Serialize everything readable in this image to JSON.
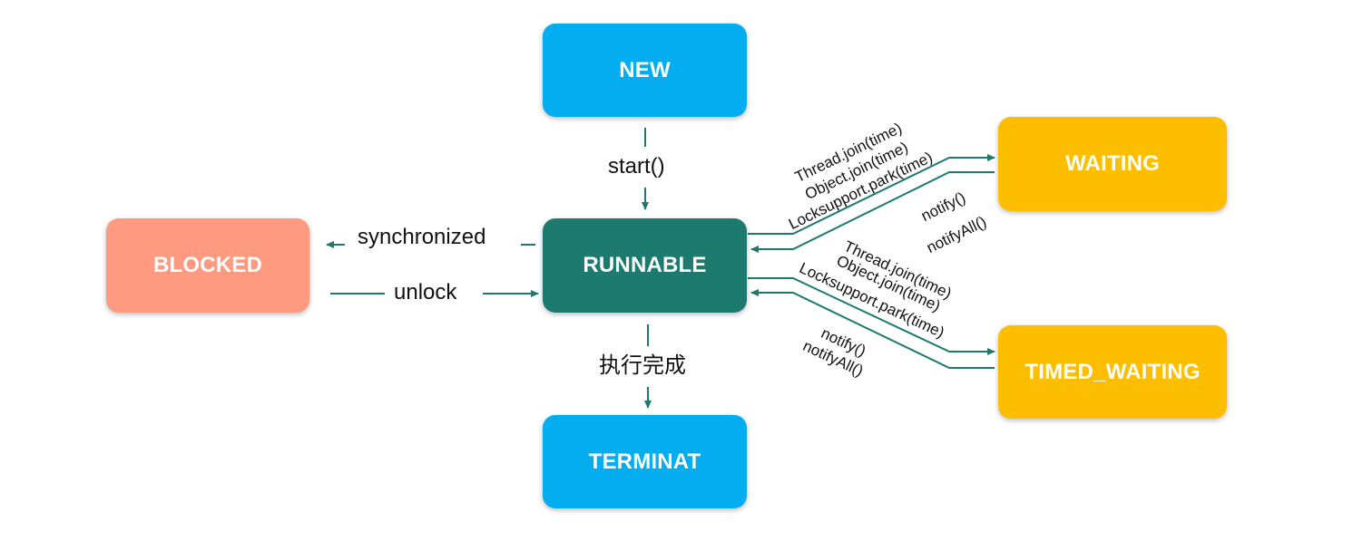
{
  "states": {
    "new": "NEW",
    "runnable": "RUNNABLE",
    "terminated": "TERMINAT",
    "blocked": "BLOCKED",
    "waiting": "WAITING",
    "timed_waiting": "TIMED_WAITING"
  },
  "transitions": {
    "new_to_runnable": "start()",
    "runnable_to_blocked": "synchronized",
    "blocked_to_runnable": "unlock",
    "runnable_to_terminated": "执行完成",
    "runnable_to_waiting": [
      "Thread.join(time)",
      "Object.join(time)",
      "Locksupport.park(time)"
    ],
    "waiting_to_runnable": [
      "notify()",
      "notifyAll()"
    ],
    "runnable_to_timed_waiting": [
      "Thread.join(time)",
      "Object.join(time)",
      "Locksupport.park(time)"
    ],
    "timed_waiting_to_runnable": [
      "notify()",
      "notifyAll()"
    ]
  },
  "colors": {
    "new": "#03adef",
    "runnable": "#1c7a6f",
    "terminated": "#03adef",
    "blocked": "#fe9a7f",
    "waiting": "#fdbe00",
    "timed_waiting": "#fdbe00",
    "edge": "#1c7a6f"
  }
}
